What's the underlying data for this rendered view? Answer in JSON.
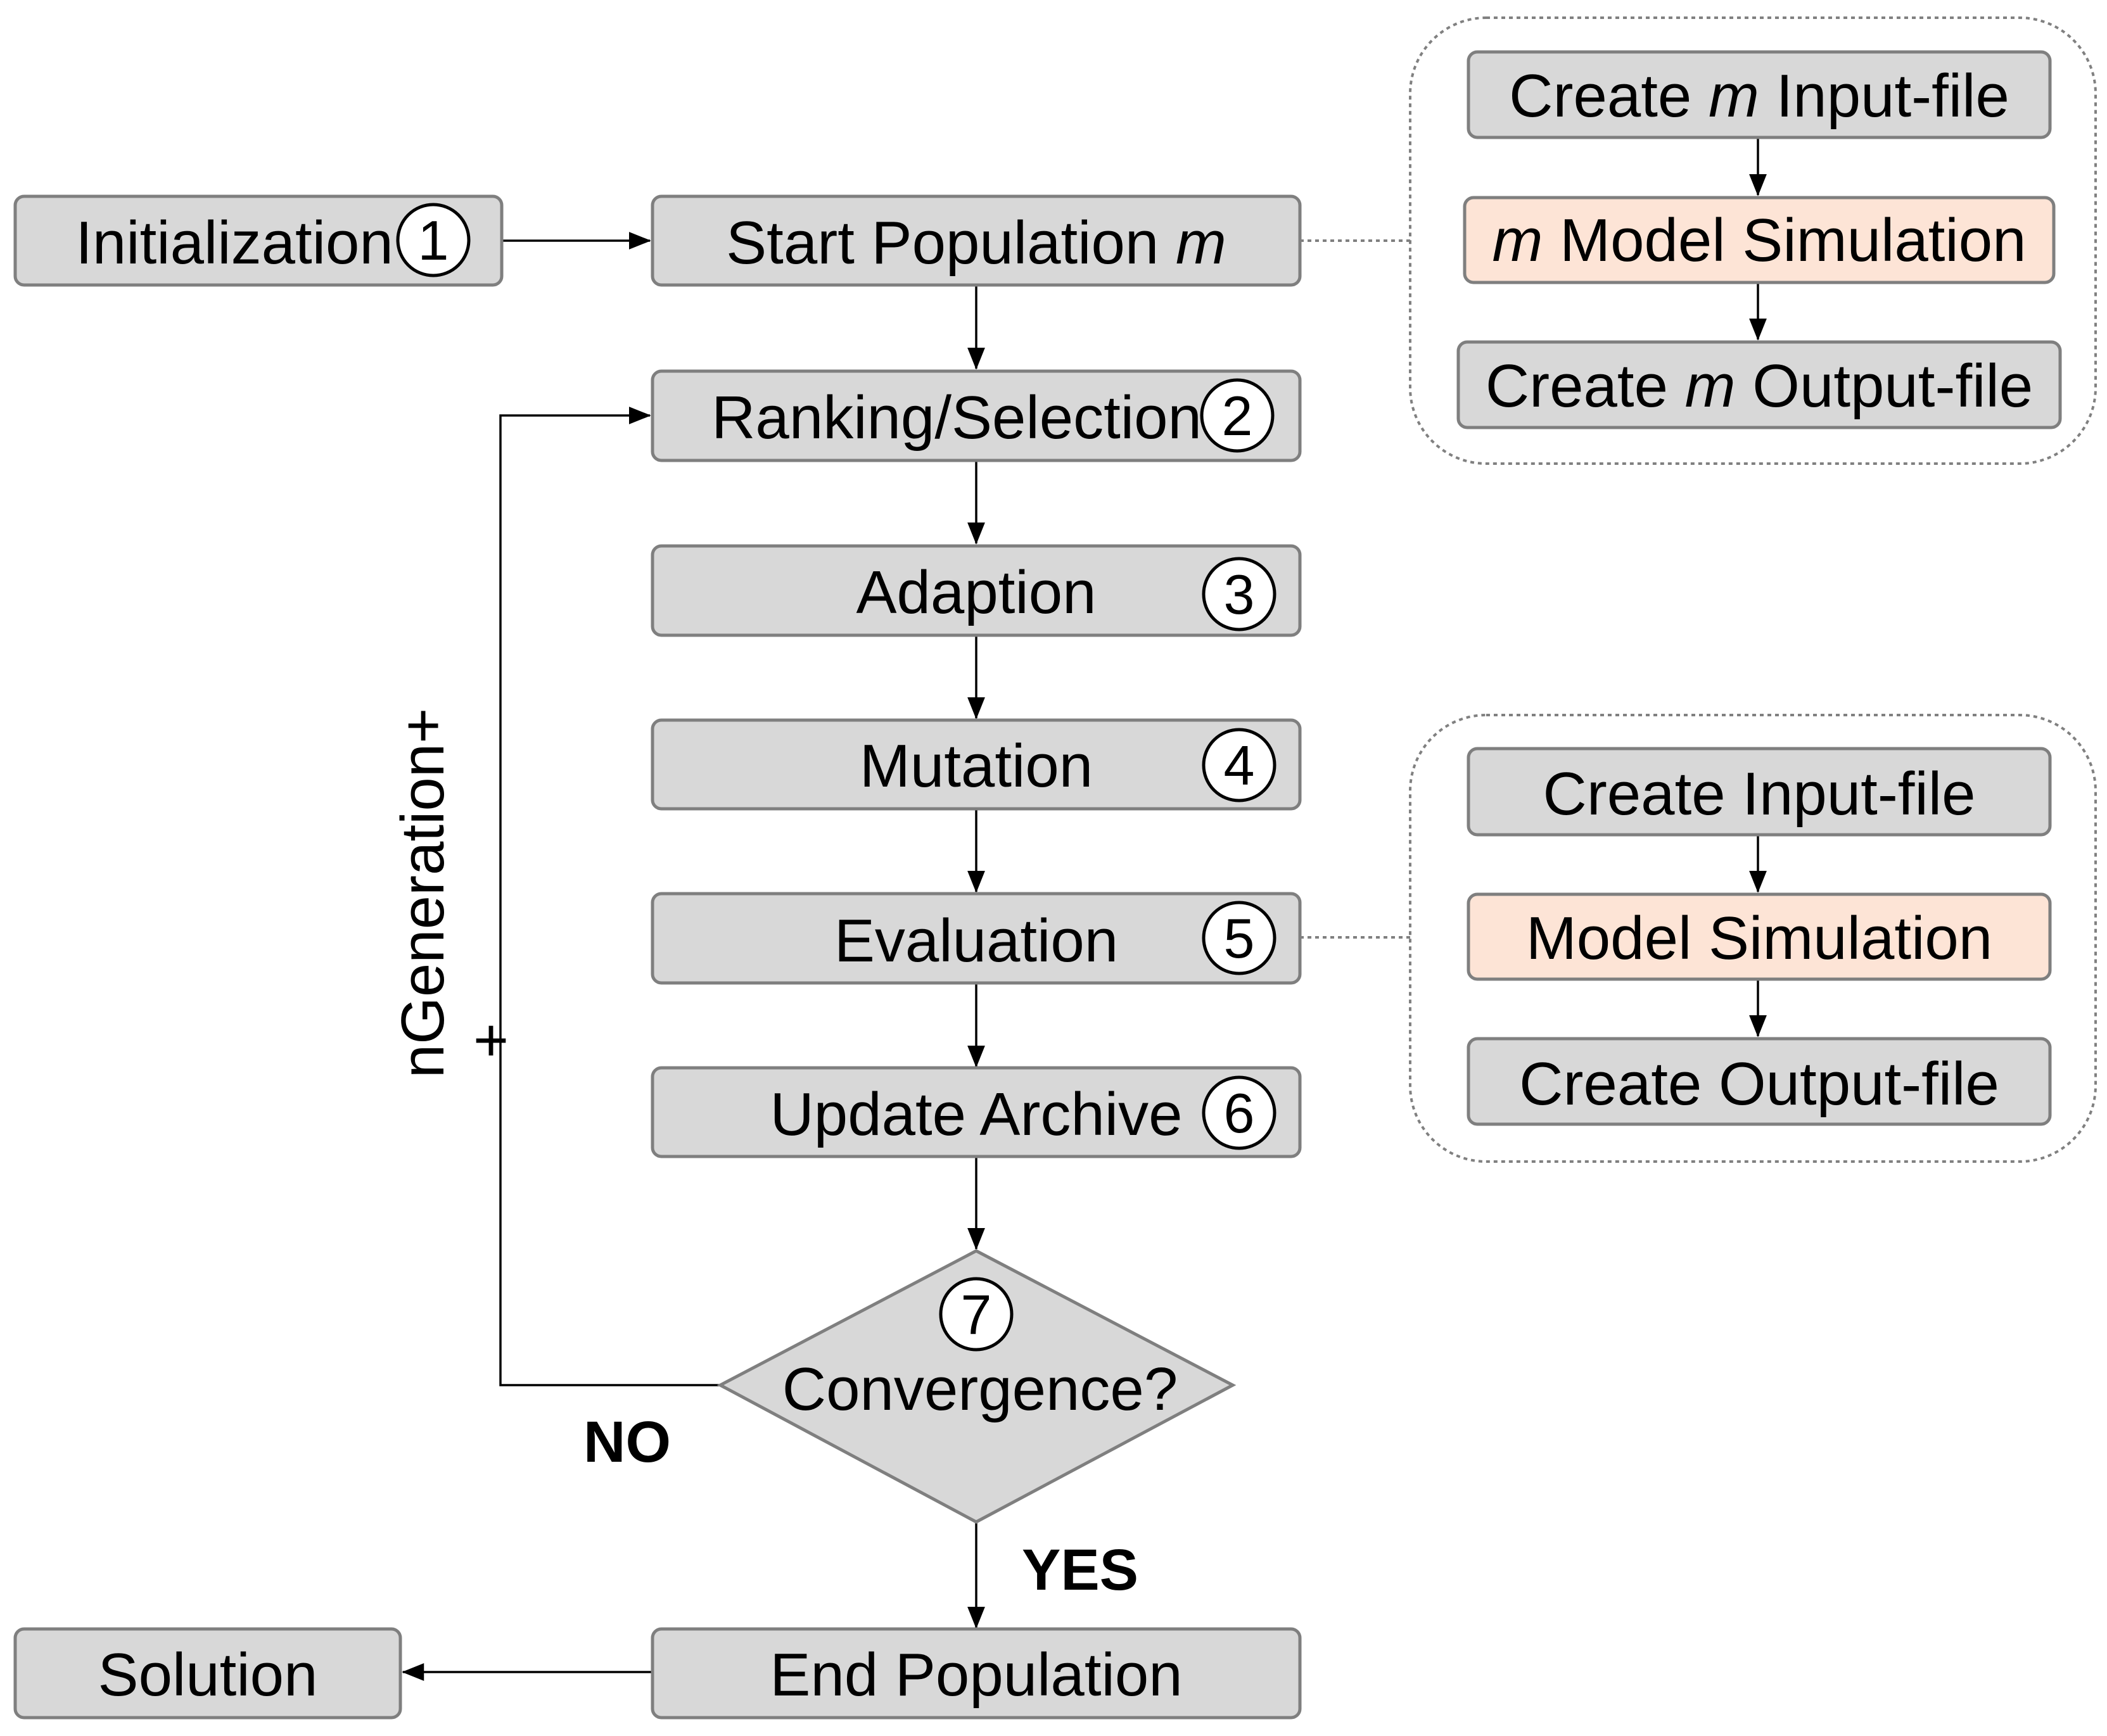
{
  "steps": {
    "initialization": "Initialization",
    "start_population_pre": "Start Population ",
    "start_population_var": "m",
    "ranking_selection": "Ranking/Selection",
    "adaption": "Adaption",
    "mutation": "Mutation",
    "evaluation": "Evaluation",
    "update_archive": "Update Archive",
    "convergence": "Convergence?",
    "end_population": "End Population",
    "solution": "Solution"
  },
  "step_numbers": [
    "1",
    "2",
    "3",
    "4",
    "5",
    "6",
    "7"
  ],
  "branches": {
    "no": "NO",
    "yes": "YES"
  },
  "loop": {
    "label": "nGeneration+",
    "plus": "+"
  },
  "population_group": {
    "input_pre": "Create ",
    "input_var": "m",
    "input_post": " Input-file",
    "sim_var": "m",
    "sim_post": " Model Simulation",
    "output_pre": "Create ",
    "output_var": "m",
    "output_post": " Output-file"
  },
  "evaluation_group": {
    "input": "Create Input-file",
    "sim": "Model Simulation",
    "output": "Create Output-file"
  },
  "colors": {
    "box_fill": "#d8d8d8",
    "box_stroke": "#7f7f7f",
    "simulation_fill": "#fde4d6"
  }
}
